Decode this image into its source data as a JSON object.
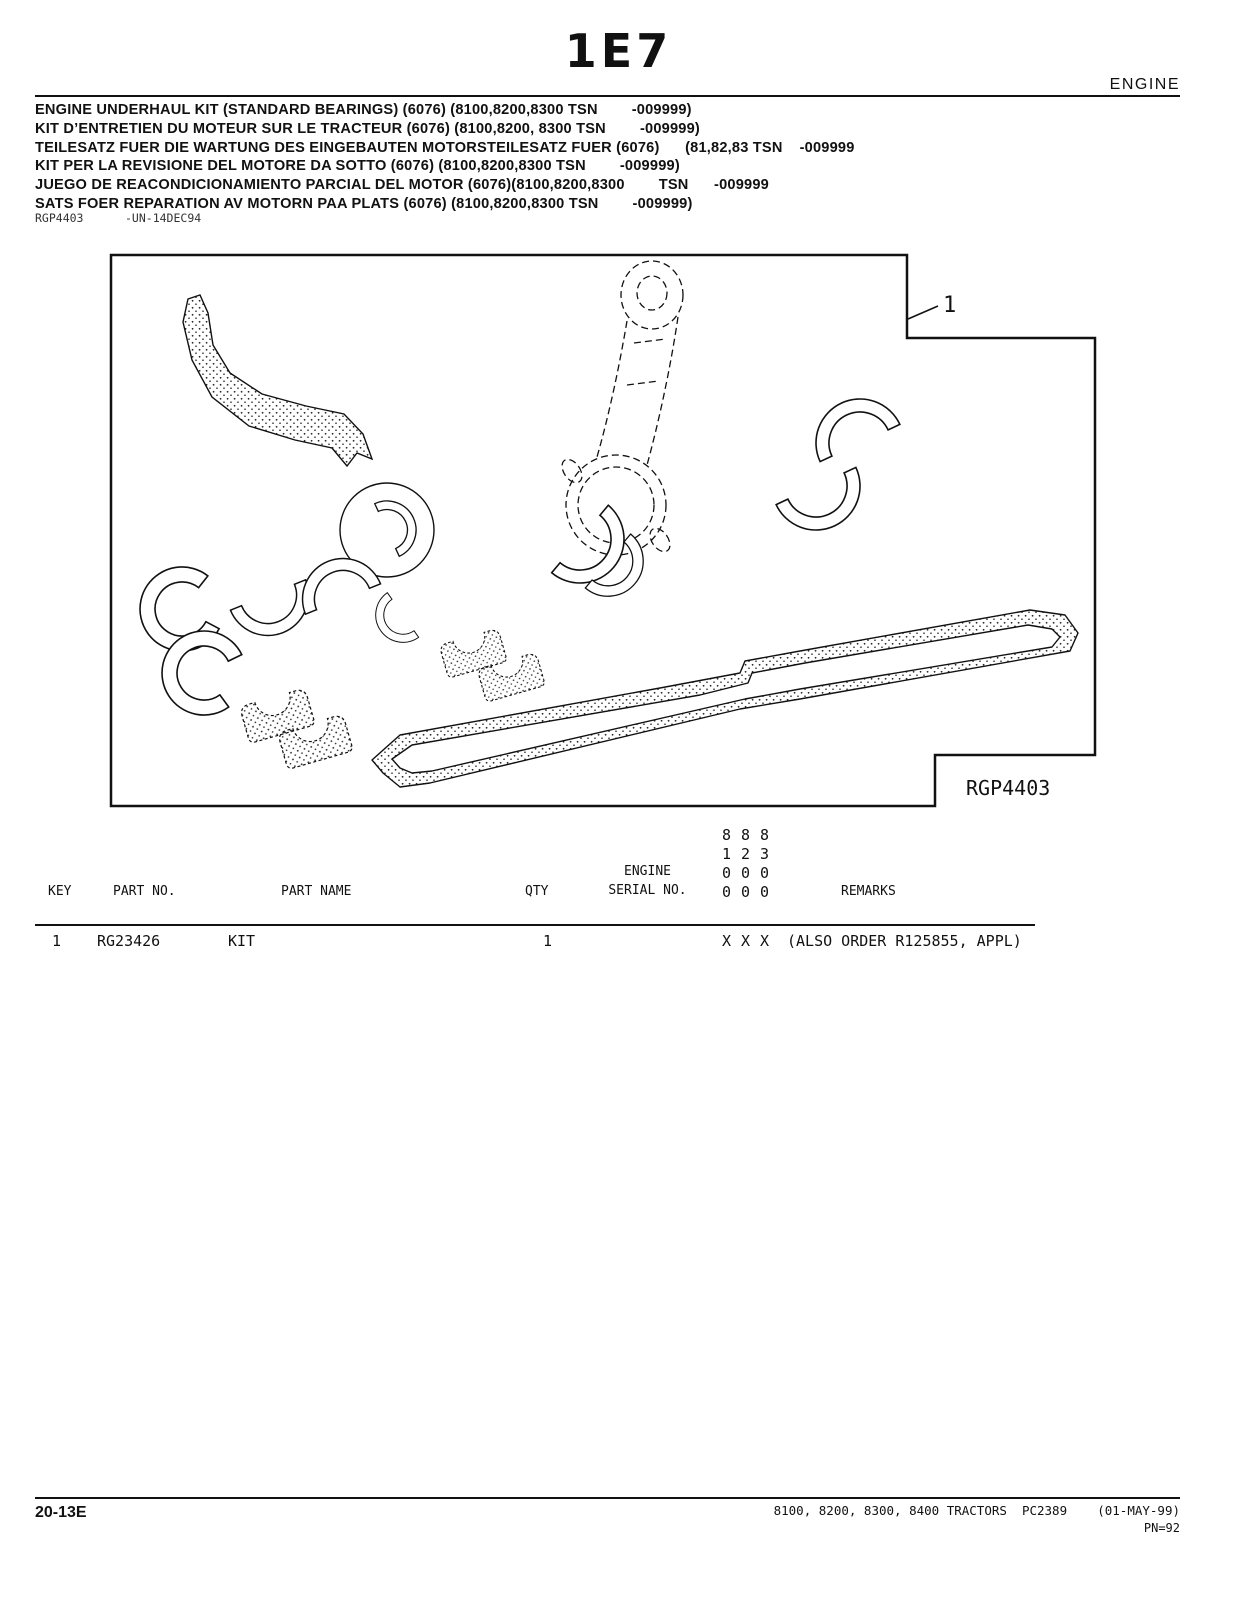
{
  "header": {
    "section_code": "1E7",
    "section_label": "ENGINE"
  },
  "titles": {
    "line1": "ENGINE UNDERHAUL KIT (STANDARD BEARINGS) (6076) (8100,8200,8300 TSN        -009999)",
    "line2": "KIT D’ENTRETIEN DU MOTEUR SUR LE TRACTEUR (6076) (8100,8200, 8300 TSN        -009999)",
    "line3": "TEILESATZ FUER DIE WARTUNG DES EINGEBAUTEN MOTORSTEILESATZ FUER (6076)      (81,82,83 TSN    -009999",
    "line4": "KIT PER LA REVISIONE DEL MOTORE DA SOTTO (6076) (8100,8200,8300 TSN        -009999)",
    "line5": "JUEGO DE REACONDICIONAMIENTO PARCIAL DEL MOTOR (6076)(8100,8200,8300        TSN      -009999",
    "line6": "SATS FOER REPARATION AV MOTORN PAA PLATS (6076) (8100,8200,8300 TSN        -009999)"
  },
  "figure": {
    "ref_note": "RGP4403      -UN-14DEC94",
    "callout": "1",
    "image_code": "RGP4403"
  },
  "table": {
    "engine_label": "ENGINE",
    "serial_label": "SERIAL NO.",
    "headers": {
      "key": "KEY",
      "part_no": "PART NO.",
      "part_name": "PART NAME",
      "qty": "QTY",
      "remarks": "REMARKS"
    },
    "serial_columns": [
      "8\n1\n0\n0",
      "8\n2\n0\n0",
      "8\n3\n0\n0"
    ],
    "row": {
      "key": "1",
      "part_no": "RG23426",
      "part_name": "KIT",
      "qty": "1",
      "serial_marks": [
        "X",
        "X",
        "X"
      ],
      "remarks": "(ALSO ORDER R125855, APPL)"
    }
  },
  "footer": {
    "page_code": "20-13E",
    "catalog_line": "8100, 8200, 8300, 8400 TRACTORS  PC2389    (01-MAY-99)",
    "pn_line": "PN=92"
  }
}
